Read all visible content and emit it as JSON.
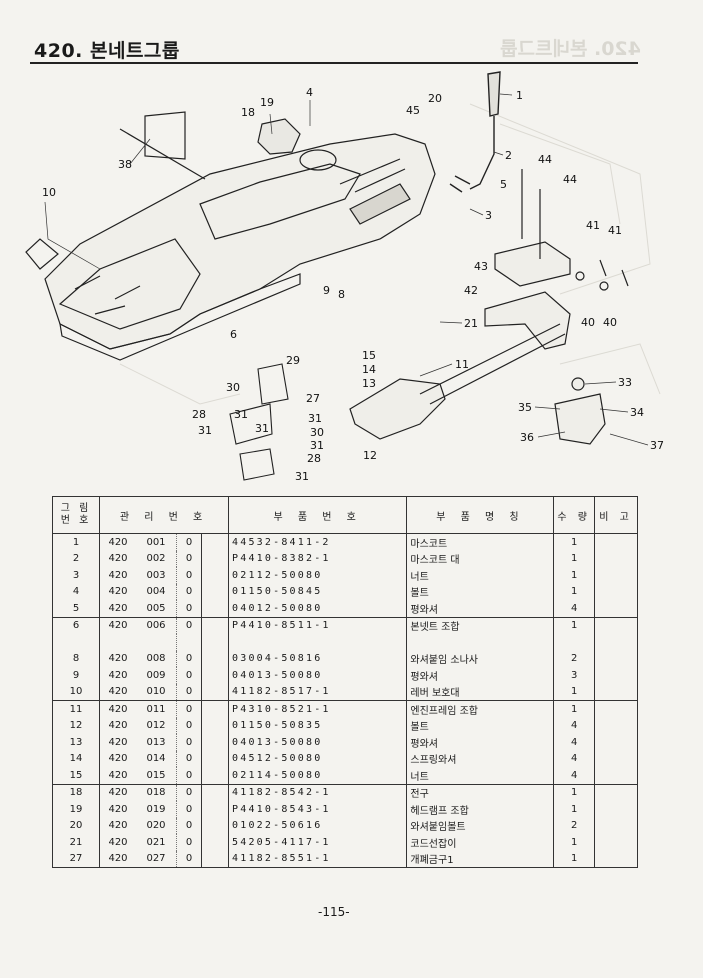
{
  "header": {
    "title": "420.  본네트그룹"
  },
  "diagram": {
    "callouts": [
      "1",
      "2",
      "3",
      "4",
      "5",
      "6",
      "8",
      "9",
      "10",
      "11",
      "12",
      "13",
      "14",
      "15",
      "18",
      "19",
      "20",
      "21",
      "27",
      "28",
      "28",
      "29",
      "30",
      "30",
      "31",
      "31",
      "31",
      "31",
      "31",
      "31",
      "33",
      "34",
      "35",
      "36",
      "37",
      "38",
      "40",
      "40",
      "41",
      "41",
      "42",
      "43",
      "44",
      "44",
      "45"
    ]
  },
  "table": {
    "headers": {
      "fig": "그 림\n번 호",
      "mgmt": "관 리 번 호",
      "part_no": "부 품 번 호",
      "name": "부 품 명 칭",
      "qty": "수 량",
      "remark": "비 고"
    },
    "rows": [
      {
        "fig": "1",
        "m1": "420",
        "m2": "001",
        "m3": "0",
        "pn": "44532-8411-2",
        "name": "마스코트",
        "qty": "1"
      },
      {
        "fig": "2",
        "m1": "420",
        "m2": "002",
        "m3": "0",
        "pn": "P4410-8382-1",
        "name": "마스코트 대",
        "qty": "1"
      },
      {
        "fig": "3",
        "m1": "420",
        "m2": "003",
        "m3": "0",
        "pn": "02112-50080",
        "name": "너트",
        "qty": "1"
      },
      {
        "fig": "4",
        "m1": "420",
        "m2": "004",
        "m3": "0",
        "pn": "01150-50845",
        "name": "볼트",
        "qty": "1"
      },
      {
        "fig": "5",
        "m1": "420",
        "m2": "005",
        "m3": "0",
        "pn": "04012-50080",
        "name": "평와셔",
        "qty": "4"
      },
      {
        "fig": "6",
        "m1": "420",
        "m2": "006",
        "m3": "0",
        "pn": "P4410-8511-1",
        "name": "본넷트 조합",
        "qty": "1"
      },
      {
        "fig": "",
        "m1": "",
        "m2": "",
        "m3": "",
        "pn": "",
        "name": "",
        "qty": ""
      },
      {
        "fig": "8",
        "m1": "420",
        "m2": "008",
        "m3": "0",
        "pn": "03004-50816",
        "name": "와셔붙임 소나사",
        "qty": "2"
      },
      {
        "fig": "9",
        "m1": "420",
        "m2": "009",
        "m3": "0",
        "pn": "04013-50080",
        "name": "평와셔",
        "qty": "3"
      },
      {
        "fig": "10",
        "m1": "420",
        "m2": "010",
        "m3": "0",
        "pn": "41182-8517-1",
        "name": "레버 보호대",
        "qty": "1"
      },
      {
        "fig": "11",
        "m1": "420",
        "m2": "011",
        "m3": "0",
        "pn": "P4310-8521-1",
        "name": "엔진프레임 조합",
        "qty": "1"
      },
      {
        "fig": "12",
        "m1": "420",
        "m2": "012",
        "m3": "0",
        "pn": "01150-50835",
        "name": "볼트",
        "qty": "4"
      },
      {
        "fig": "13",
        "m1": "420",
        "m2": "013",
        "m3": "0",
        "pn": "04013-50080",
        "name": "평와셔",
        "qty": "4"
      },
      {
        "fig": "14",
        "m1": "420",
        "m2": "014",
        "m3": "0",
        "pn": "04512-50080",
        "name": "스프링와셔",
        "qty": "4"
      },
      {
        "fig": "15",
        "m1": "420",
        "m2": "015",
        "m3": "0",
        "pn": "02114-50080",
        "name": "너트",
        "qty": "4"
      },
      {
        "fig": "18",
        "m1": "420",
        "m2": "018",
        "m3": "0",
        "pn": "41182-8542-1",
        "name": "전구",
        "qty": "1"
      },
      {
        "fig": "19",
        "m1": "420",
        "m2": "019",
        "m3": "0",
        "pn": "P4410-8543-1",
        "name": "헤드램프 조합",
        "qty": "1"
      },
      {
        "fig": "20",
        "m1": "420",
        "m2": "020",
        "m3": "0",
        "pn": "01022-50616",
        "name": "와셔붙임볼트",
        "qty": "2"
      },
      {
        "fig": "21",
        "m1": "420",
        "m2": "021",
        "m3": "0",
        "pn": "54205-4117-1",
        "name": "코드선잡이",
        "qty": "1"
      },
      {
        "fig": "27",
        "m1": "420",
        "m2": "027",
        "m3": "0",
        "pn": "41182-8551-1",
        "name": "개폐금구1",
        "qty": "1"
      }
    ]
  },
  "footer": {
    "page": "-115-"
  }
}
